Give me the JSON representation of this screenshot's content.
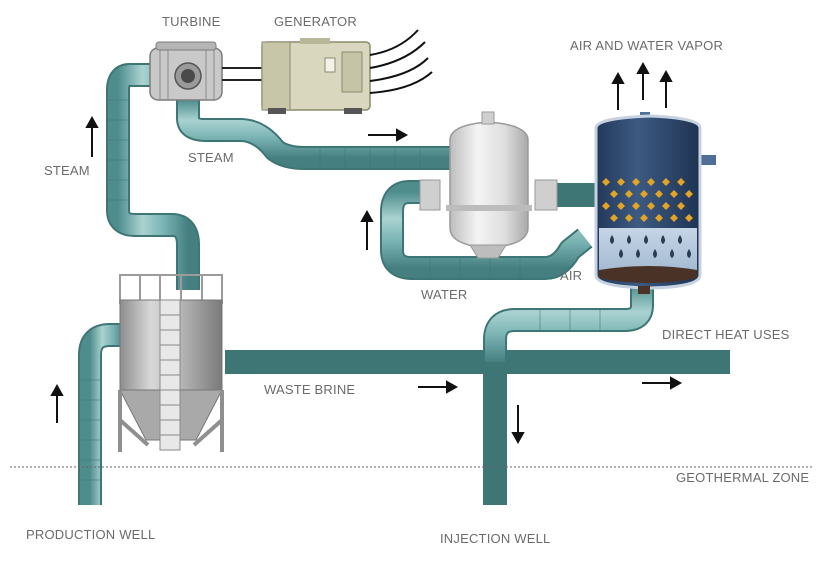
{
  "labels": {
    "turbine": "TURBINE",
    "generator": "GENERATOR",
    "air_water_vapor": "AIR AND WATER VAPOR",
    "steam_left": "STEAM",
    "steam_mid": "STEAM",
    "water": "WATER",
    "air": "AIR",
    "direct_heat_uses": "DIRECT HEAT USES",
    "waste_brine": "WASTE BRINE",
    "geothermal_zone": "GEOTHERMAL ZONE",
    "production_well": "PRODUCTION WELL",
    "injection_well": "INJECTION WELL"
  },
  "colors": {
    "pipe": "#7ab3b3",
    "pipe_dark": "#4f8d8d",
    "pipe_light": "#a9d3d1",
    "tower_fill": "#2f4a6e",
    "pellet": "#e0a426",
    "separator": "#dcdcdc",
    "label_text": "#6b6b6b"
  }
}
